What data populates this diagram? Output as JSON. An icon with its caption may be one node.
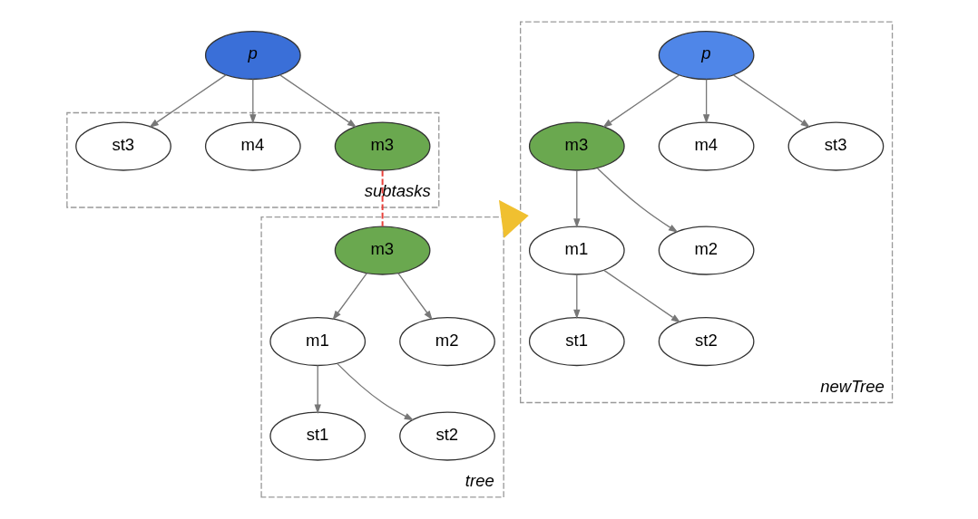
{
  "diagram": {
    "nodes": [
      {
        "text": [
          "p"
        ]
      },
      {
        "text": [
          "subtasks"
        ]
      },
      {
        "text": [
          "m3"
        ],
        "in": 1
      },
      {
        "text": [
          "m4"
        ],
        "in": 1
      },
      {
        "text": [
          "st3"
        ],
        "in": 1
      },
      {
        "text": [
          "tree"
        ]
      },
      {
        "text": [
          "m3"
        ],
        "in": 5
      },
      {
        "text": [
          "m1"
        ],
        "in": 5
      },
      {
        "text": [
          "m2"
        ],
        "in": 5
      },
      {
        "text": [
          "st1"
        ],
        "in": 5
      },
      {
        "text": [
          "st2"
        ],
        "in": 5
      },
      {
        "text": [
          "newTree"
        ]
      },
      {
        "text": [
          "p"
        ],
        "in": 11
      },
      {
        "text": [
          "m3"
        ],
        "in": 11
      },
      {
        "text": [
          "m4"
        ],
        "in": 11
      },
      {
        "text": [
          "st3"
        ],
        "in": 11
      },
      {
        "text": [
          "m1"
        ],
        "in": 11
      },
      {
        "text": [
          "m2"
        ],
        "in": 11
      },
      {
        "text": [
          "st1"
        ],
        "in": 11
      },
      {
        "text": [
          "st2"
        ],
        "in": 11
      }
    ],
    "edges": [
      {
        "from": 0,
        "to": 2,
        "arrow": "to"
      },
      {
        "from": 0,
        "to": 3,
        "arrow": "to"
      },
      {
        "from": 0,
        "to": 4,
        "arrow": "to"
      },
      {
        "from": 2,
        "to": 6,
        "arrow": "none",
        "style": "dashed",
        "color": "#e8403a"
      },
      {
        "from": 6,
        "to": 7,
        "arrow": "to"
      },
      {
        "from": 6,
        "to": 8,
        "arrow": "to"
      },
      {
        "from": 7,
        "to": 9,
        "arrow": "to"
      },
      {
        "from": 7,
        "to": 10,
        "arrow": "to"
      },
      {
        "from": 5,
        "to": 11,
        "arrow": "to",
        "style": "thick",
        "color": "#f0c030"
      },
      {
        "from": 12,
        "to": 13,
        "arrow": "to"
      },
      {
        "from": 12,
        "to": 14,
        "arrow": "to"
      },
      {
        "from": 12,
        "to": 15,
        "arrow": "to"
      },
      {
        "from": 13,
        "to": 16,
        "arrow": "to"
      },
      {
        "from": 13,
        "to": 17,
        "arrow": "to"
      },
      {
        "from": 16,
        "to": 18,
        "arrow": "to"
      },
      {
        "from": 16,
        "to": 19,
        "arrow": "to"
      }
    ]
  }
}
